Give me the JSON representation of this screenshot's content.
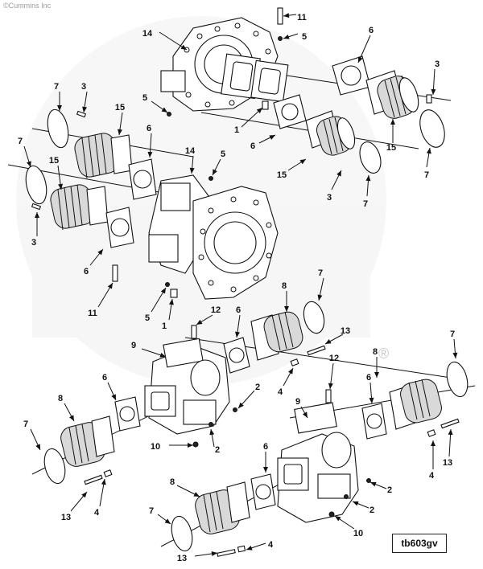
{
  "copyright": "©Cummins Inc",
  "figure_id": "tb603gv",
  "registered_mark": "®",
  "callouts": [
    {
      "id": "c11a",
      "label": "11"
    },
    {
      "id": "c5a",
      "label": "5"
    },
    {
      "id": "c14a",
      "label": "14"
    },
    {
      "id": "c6a",
      "label": "6"
    },
    {
      "id": "c3a",
      "label": "3"
    },
    {
      "id": "c7a",
      "label": "7"
    },
    {
      "id": "c3b",
      "label": "3"
    },
    {
      "id": "c15a",
      "label": "15"
    },
    {
      "id": "c5b",
      "label": "5"
    },
    {
      "id": "c6b",
      "label": "6"
    },
    {
      "id": "c1a",
      "label": "1"
    },
    {
      "id": "c6c",
      "label": "6"
    },
    {
      "id": "c15b",
      "label": "15"
    },
    {
      "id": "c7b",
      "label": "7"
    },
    {
      "id": "c15c",
      "label": "15"
    },
    {
      "id": "c3c",
      "label": "3"
    },
    {
      "id": "c7c",
      "label": "7"
    },
    {
      "id": "c7d",
      "label": "7"
    },
    {
      "id": "c15d",
      "label": "15"
    },
    {
      "id": "c14b",
      "label": "14"
    },
    {
      "id": "c5c",
      "label": "5"
    },
    {
      "id": "c3d",
      "label": "3"
    },
    {
      "id": "c6d",
      "label": "6"
    },
    {
      "id": "c11b",
      "label": "11"
    },
    {
      "id": "c5d",
      "label": "5"
    },
    {
      "id": "c1b",
      "label": "1"
    },
    {
      "id": "c12a",
      "label": "12"
    },
    {
      "id": "c8a",
      "label": "8"
    },
    {
      "id": "c7e",
      "label": "7"
    },
    {
      "id": "c6e",
      "label": "6"
    },
    {
      "id": "c13a",
      "label": "13"
    },
    {
      "id": "c9a",
      "label": "9"
    },
    {
      "id": "c4a",
      "label": "4"
    },
    {
      "id": "c2a",
      "label": "2"
    },
    {
      "id": "c8b",
      "label": "8"
    },
    {
      "id": "c7f",
      "label": "7"
    },
    {
      "id": "c6f",
      "label": "6"
    },
    {
      "id": "c12b",
      "label": "12"
    },
    {
      "id": "c8c",
      "label": "8"
    },
    {
      "id": "c7g",
      "label": "7"
    },
    {
      "id": "c9b",
      "label": "9"
    },
    {
      "id": "c6g",
      "label": "6"
    },
    {
      "id": "c10a",
      "label": "10"
    },
    {
      "id": "c2b",
      "label": "2"
    },
    {
      "id": "c4b",
      "label": "4"
    },
    {
      "id": "c13b",
      "label": "13"
    },
    {
      "id": "c6h",
      "label": "6"
    },
    {
      "id": "c13c",
      "label": "13"
    },
    {
      "id": "c4c",
      "label": "4"
    },
    {
      "id": "c2c",
      "label": "2"
    },
    {
      "id": "c8d",
      "label": "8"
    },
    {
      "id": "c2d",
      "label": "2"
    },
    {
      "id": "c7h",
      "label": "7"
    },
    {
      "id": "c10b",
      "label": "10"
    },
    {
      "id": "c4d",
      "label": "4"
    },
    {
      "id": "c13d",
      "label": "13"
    }
  ]
}
